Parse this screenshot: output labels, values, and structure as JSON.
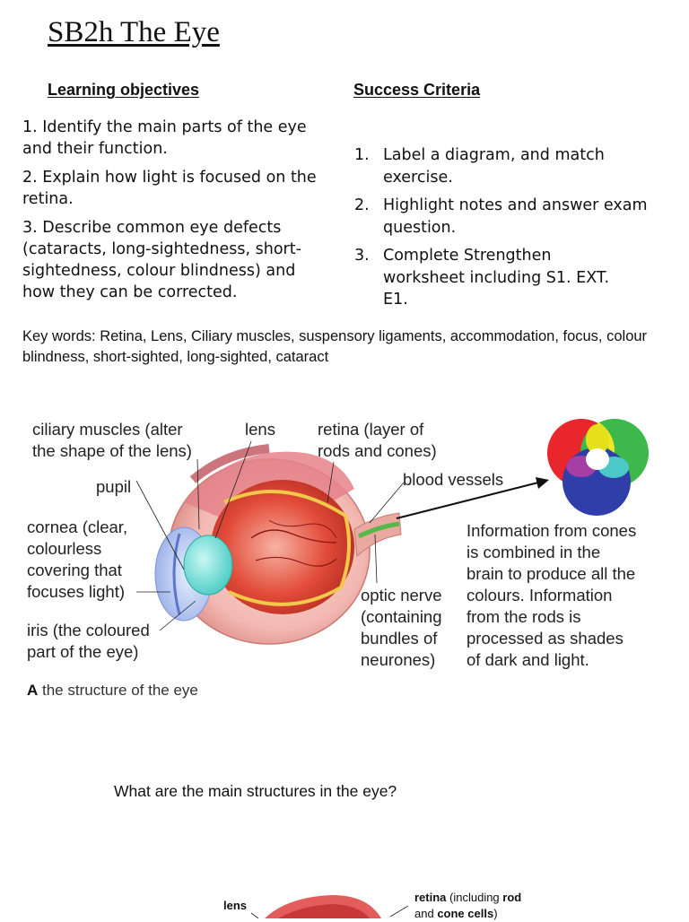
{
  "title": "SB2h The Eye",
  "objectives": {
    "heading": "Learning objectives",
    "items": [
      "1. Identify the main parts of the eye and their function.",
      "2. Explain how light is focused on the retina.",
      "3. Describe common eye defects (cataracts, long-sightedness, short-sightedness, colour blindness) and how they can be corrected."
    ]
  },
  "criteria": {
    "heading": "Success Criteria",
    "items": [
      {
        "num": "1.",
        "text": "Label a diagram, and match exercise."
      },
      {
        "num": "2.",
        "text": "Highlight notes and answer exam question."
      },
      {
        "num": "3.",
        "text": "Complete Strengthen worksheet including S1. EXT. E1."
      }
    ]
  },
  "keywords": "Key words: Retina, Lens, Ciliary muscles, suspensory ligaments, accommodation, focus, colour blindness, short-sighted, long-sighted, cataract",
  "diagram": {
    "labels": {
      "ciliary": "ciliary muscles (alter\nthe shape of the lens)",
      "lens": "lens",
      "retina": "retina (layer of\nrods and cones)",
      "pupil": "pupil",
      "blood": "blood vessels",
      "cornea": "cornea (clear,\ncolourless\ncovering that\nfocuses light)",
      "iris": "iris (the coloured\npart of the eye)",
      "optic": "optic nerve\n(containing\nbundles of\nneurones)",
      "info": "Information from cones\nis combined in the\nbrain to produce all the\ncolours. Information\nfrom the rods is\nprocessed as shades\nof dark and light."
    },
    "caption_letter": "A",
    "caption_text": " the structure of the eye",
    "colors": {
      "red": "#e8262b",
      "green": "#3cb94a",
      "blue": "#2f3ea8"
    }
  },
  "question": "What are the main structures in the eye?",
  "bottom": {
    "lens": "lens",
    "retina_b1": "retina",
    "retina_t1": " (including ",
    "retina_b2": "rod",
    "retina_t2": "and ",
    "retina_b3": "cone cells",
    "retina_t3": ")"
  }
}
